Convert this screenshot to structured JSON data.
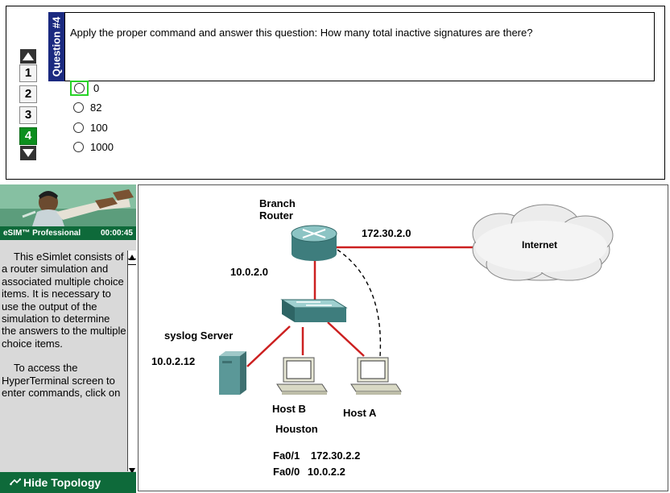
{
  "question": {
    "tab_label": "Question #4",
    "text": "Apply the proper command and answer this question: How many total inactive signatures are there?",
    "options": [
      {
        "label": "0",
        "focused": true
      },
      {
        "label": "82",
        "focused": false
      },
      {
        "label": "100",
        "focused": false
      },
      {
        "label": "1000",
        "focused": false
      }
    ]
  },
  "navigation": {
    "numbers": [
      "1",
      "2",
      "3",
      "4"
    ],
    "active": "4",
    "up_icon": "triangle-up-icon",
    "down_icon": "triangle-down-icon"
  },
  "sidebar": {
    "brand": "eSIM™ Professional",
    "timer": "00:00:45",
    "description": [
      "This eSimlet consists of a router simulation and associated multiple choice items.  It is necessary to use the output of the simulation to determine the answers to the multiple choice items.",
      "To access the HyperTerminal screen to enter commands, click on"
    ],
    "hide_topology_label": "Hide Topology",
    "hide_topology_icon": "topology-icon"
  },
  "topology": {
    "router_label_1": "Branch",
    "router_label_2": "Router",
    "wan_ip": "172.30.2.0",
    "lan_ip": "10.0.2.0",
    "internet_label": "Internet",
    "syslog_label": "syslog Server",
    "syslog_ip": "10.0.2.12",
    "host_b_label": "Host B",
    "host_a_label": "Host A",
    "site_label": "Houston",
    "interfaces": [
      {
        "name": "Fa0/1",
        "ip": "172.30.2.2"
      },
      {
        "name": "Fa0/0",
        "ip": "10.0.2.2"
      }
    ],
    "colors": {
      "link": "#cc2020",
      "device": "#4a8a8a"
    }
  }
}
